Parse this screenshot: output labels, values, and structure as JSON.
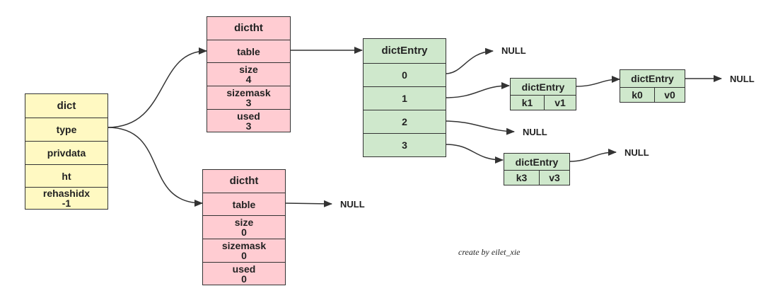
{
  "dict": {
    "title": "dict",
    "fields": [
      "type",
      "privdata",
      "ht"
    ],
    "rehash_label": "rehashidx",
    "rehash_value": "-1"
  },
  "ht0": {
    "title": "dictht",
    "table_label": "table",
    "size_label": "size",
    "size_value": "4",
    "sizemask_label": "sizemask",
    "sizemask_value": "3",
    "used_label": "used",
    "used_value": "3"
  },
  "ht1": {
    "title": "dictht",
    "table_label": "table",
    "size_label": "size",
    "size_value": "0",
    "sizemask_label": "sizemask",
    "sizemask_value": "0",
    "used_label": "used",
    "used_value": "0"
  },
  "table": {
    "title": "dictEntry",
    "indices": [
      "0",
      "1",
      "2",
      "3"
    ]
  },
  "entries": {
    "k1v1": {
      "title": "dictEntry",
      "key": "k1",
      "value": "v1"
    },
    "k0v0": {
      "title": "dictEntry",
      "key": "k0",
      "value": "v0"
    },
    "k3v3": {
      "title": "dictEntry",
      "key": "k3",
      "value": "v3"
    }
  },
  "null_label": "NULL",
  "credit": "create by eilet_xie",
  "colors": {
    "dict_fill": "#fff9c2",
    "dictht_fill": "#ffccd2",
    "entry_fill": "#cfe8cc",
    "stroke": "#333333"
  }
}
